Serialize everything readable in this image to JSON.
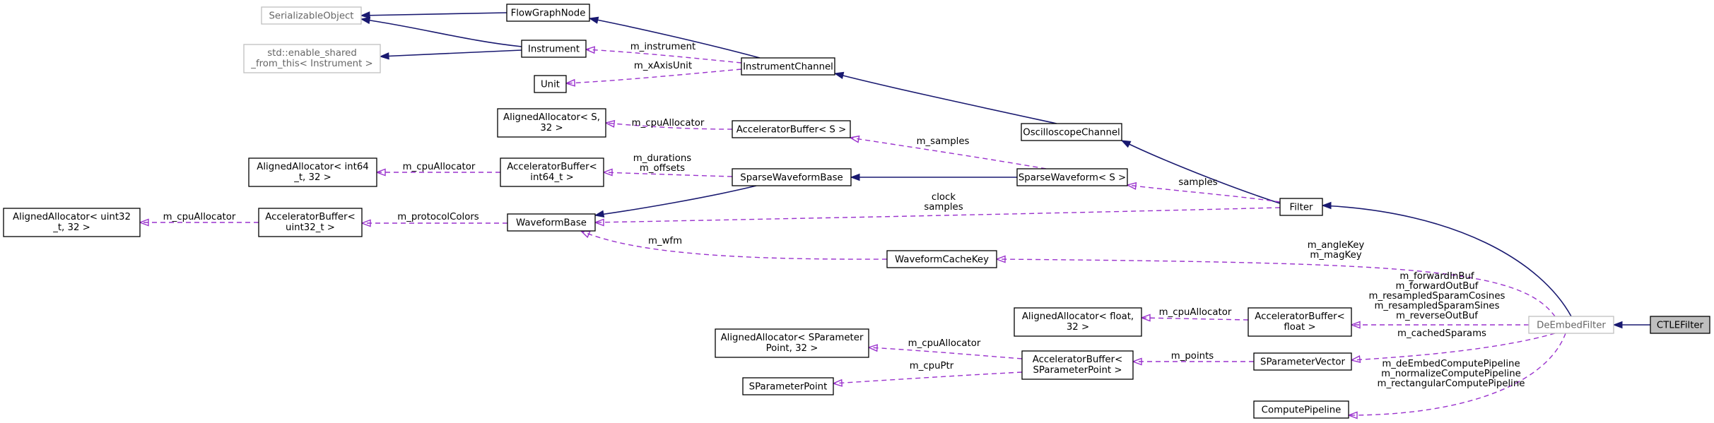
{
  "nodes": {
    "serializable_object": {
      "lines": [
        "SerializableObject"
      ]
    },
    "flow_graph_node": {
      "lines": [
        "FlowGraphNode"
      ]
    },
    "enable_shared": {
      "lines": [
        "std::enable_shared",
        "_from_this< Instrument >"
      ]
    },
    "instrument": {
      "lines": [
        "Instrument"
      ]
    },
    "unit": {
      "lines": [
        "Unit"
      ]
    },
    "instrument_channel": {
      "lines": [
        "InstrumentChannel"
      ]
    },
    "aligned_allocator_s": {
      "lines": [
        "AlignedAllocator< S,",
        "32 >"
      ]
    },
    "accelerator_buffer_s": {
      "lines": [
        "AcceleratorBuffer< S >"
      ]
    },
    "oscilloscope_channel": {
      "lines": [
        "OscilloscopeChannel"
      ]
    },
    "aligned_allocator_int64": {
      "lines": [
        "AlignedAllocator< int64",
        "_t, 32 >"
      ]
    },
    "accelerator_buffer_int64": {
      "lines": [
        "AcceleratorBuffer<",
        "int64_t >"
      ]
    },
    "sparse_waveform_base": {
      "lines": [
        "SparseWaveformBase"
      ]
    },
    "sparse_waveform_s": {
      "lines": [
        "SparseWaveform< S >"
      ]
    },
    "aligned_allocator_uint32": {
      "lines": [
        "AlignedAllocator< uint32",
        "_t, 32 >"
      ]
    },
    "accelerator_buffer_uint32": {
      "lines": [
        "AcceleratorBuffer<",
        "uint32_t >"
      ]
    },
    "waveform_base": {
      "lines": [
        "WaveformBase"
      ]
    },
    "filter": {
      "lines": [
        "Filter"
      ]
    },
    "waveform_cache_key": {
      "lines": [
        "WaveformCacheKey"
      ]
    },
    "aligned_allocator_float": {
      "lines": [
        "AlignedAllocator< float,",
        "32 >"
      ]
    },
    "accelerator_buffer_float": {
      "lines": [
        "AcceleratorBuffer<",
        "float >"
      ]
    },
    "deembed_filter": {
      "lines": [
        "DeEmbedFilter"
      ]
    },
    "ctle_filter": {
      "lines": [
        "CTLEFilter"
      ]
    },
    "aligned_allocator_sparam": {
      "lines": [
        "AlignedAllocator< SParameter",
        "Point, 32 >"
      ]
    },
    "accelerator_buffer_sparam": {
      "lines": [
        "AcceleratorBuffer<",
        "SParameterPoint >"
      ]
    },
    "sparameter_vector": {
      "lines": [
        "SParameterVector"
      ]
    },
    "sparameter_point": {
      "lines": [
        "SParameterPoint"
      ]
    },
    "compute_pipeline": {
      "lines": [
        "ComputePipeline"
      ]
    }
  },
  "edges": {
    "fgn_to_serializable": {
      "labels": []
    },
    "instrument_to_serializable": {
      "labels": []
    },
    "instrument_to_enable_shared": {
      "labels": []
    },
    "ichannel_to_fgn": {
      "labels": []
    },
    "ichannel_instrument": {
      "labels": [
        "m_instrument"
      ]
    },
    "ichannel_unit": {
      "labels": [
        "m_xAxisUnit"
      ]
    },
    "ochannel_to_ichannel": {
      "labels": []
    },
    "filter_to_ochannel": {
      "labels": []
    },
    "abuf_s_alloc": {
      "labels": [
        "m_cpuAllocator"
      ]
    },
    "sws_samples": {
      "labels": [
        "m_samples"
      ]
    },
    "abuf_int64_alloc": {
      "labels": [
        "m_cpuAllocator"
      ]
    },
    "swb_durations": {
      "labels": [
        "m_durations",
        "m_offsets"
      ]
    },
    "sws_to_swb": {
      "labels": []
    },
    "swb_to_wb": {
      "labels": []
    },
    "filter_samples": {
      "labels": [
        "samples"
      ]
    },
    "filter_clock": {
      "labels": [
        "clock",
        "samples"
      ]
    },
    "abuf_uint32_alloc": {
      "labels": [
        "m_cpuAllocator"
      ]
    },
    "wb_protocol": {
      "labels": [
        "m_protocolColors"
      ]
    },
    "wck_wfm": {
      "labels": [
        "m_wfm"
      ]
    },
    "deembed_to_filter": {
      "labels": []
    },
    "deembed_anglekey": {
      "labels": [
        "m_angleKey",
        "m_magKey"
      ]
    },
    "ctle_to_deembed": {
      "labels": []
    },
    "abuf_float_alloc": {
      "labels": [
        "m_cpuAllocator"
      ]
    },
    "deembed_bufs": {
      "labels": [
        "m_forwardInBuf",
        "m_forwardOutBuf",
        "m_resampledSparamCosines",
        "m_resampledSparamSines",
        "m_reverseOutBuf"
      ]
    },
    "deembed_cached": {
      "labels": [
        "m_cachedSparams"
      ]
    },
    "spv_points": {
      "labels": [
        "m_points"
      ]
    },
    "abuf_sparam_alloc": {
      "labels": [
        "m_cpuAllocator"
      ]
    },
    "abuf_sparam_ptr": {
      "labels": [
        "m_cpuPtr"
      ]
    },
    "deembed_pipelines": {
      "labels": [
        "m_deEmbedComputePipeline",
        "m_normalizeComputePipeline",
        "m_rectangularComputePipeline"
      ]
    }
  }
}
